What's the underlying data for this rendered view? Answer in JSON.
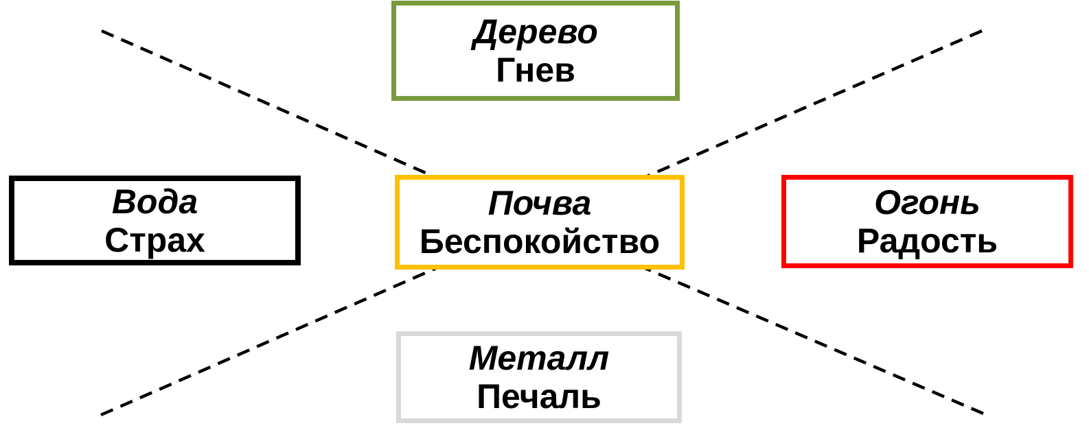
{
  "diagram": {
    "description": "five-elements-emotions-diagram",
    "nodes": {
      "wood": {
        "element": "Дерево",
        "emotion": "Гнев",
        "border_color": "#7A9A3C",
        "position": "top"
      },
      "water": {
        "element": "Вода",
        "emotion": "Страх",
        "border_color": "#000000",
        "position": "left"
      },
      "earth": {
        "element": "Почва",
        "emotion": "Беспокойство",
        "border_color": "#FFC000",
        "position": "center"
      },
      "fire": {
        "element": "Огонь",
        "emotion": "Радость",
        "border_color": "#FF0000",
        "position": "right"
      },
      "metal": {
        "element": "Металл",
        "emotion": "Печаль",
        "border_color": "#D9D9D9",
        "position": "bottom"
      }
    },
    "line_color": "#000000"
  }
}
